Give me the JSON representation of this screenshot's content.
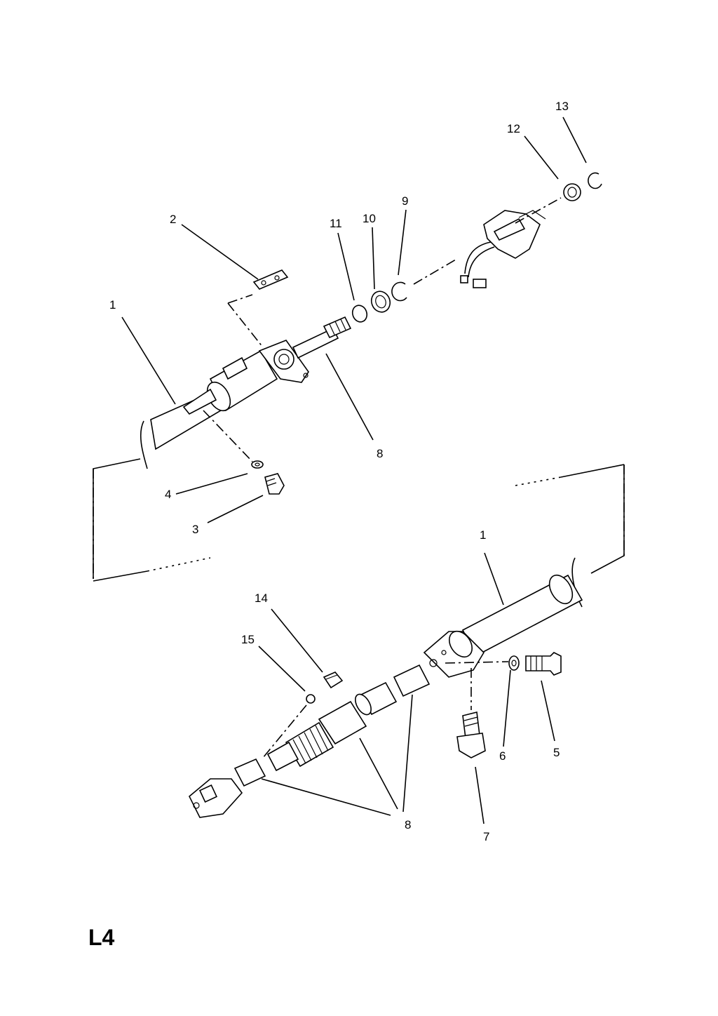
{
  "diagram": {
    "page_code": "L4",
    "callouts": {
      "c1_top": "1",
      "c2": "2",
      "c3": "3",
      "c4": "4",
      "c8_top": "8",
      "c9": "9",
      "c10": "10",
      "c11": "11",
      "c12": "12",
      "c13": "13",
      "c1_bottom": "1",
      "c5": "5",
      "c6": "6",
      "c7": "7",
      "c8_bottom": "8",
      "c14": "14",
      "c15": "15"
    }
  }
}
